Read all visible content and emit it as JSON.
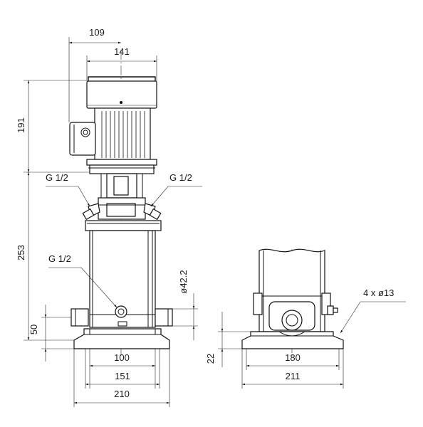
{
  "front_view": {
    "dim_top_109": "109",
    "dim_top_141": "141",
    "dim_left_191": "191",
    "dim_left_253": "253",
    "dim_left_50": "50",
    "dim_port_diameter": "ø42.2",
    "dim_bottom_100": "100",
    "dim_bottom_151": "151",
    "dim_bottom_210": "210",
    "label_g12_left": "G 1/2",
    "label_g12_right": "G 1/2",
    "label_g12_lower": "G 1/2"
  },
  "side_view": {
    "dim_height_22": "22",
    "dim_width_180": "180",
    "dim_width_211": "211",
    "label_holes": "4 x ø13"
  }
}
